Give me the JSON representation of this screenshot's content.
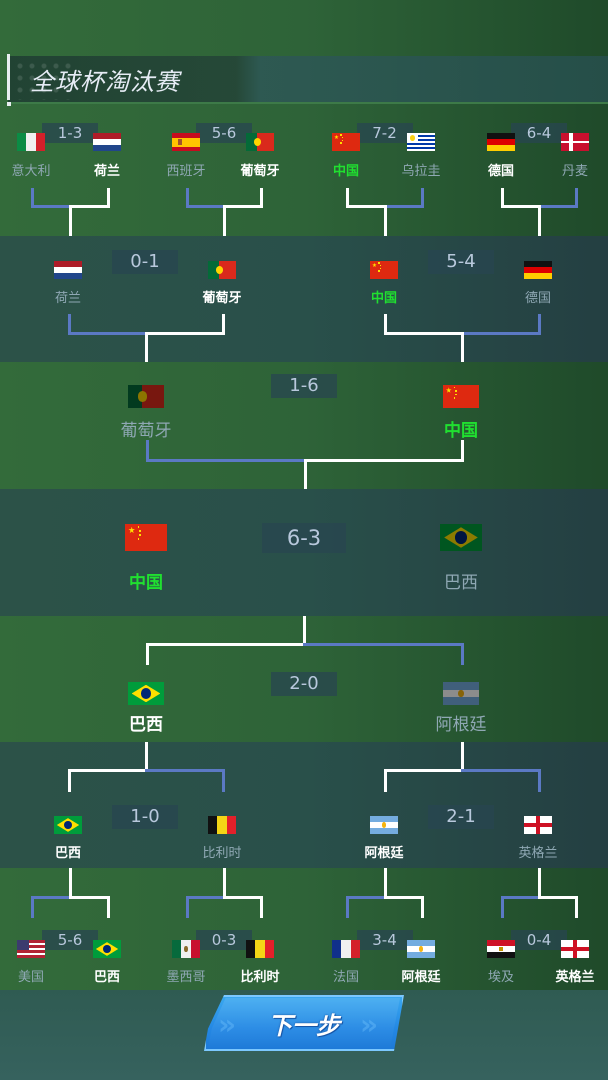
{
  "title": "全球杯淘汰赛",
  "next_button": {
    "label": "下一步"
  },
  "colors": {
    "winner_line": "#ffffff",
    "loser_line": "#5b79c4",
    "china_highlight": "#20e030",
    "button_blue": "#2488e4"
  },
  "rounds": {
    "top_round_of_16": [
      {
        "score": "1-3",
        "left": {
          "name": "意大利",
          "flag": "italy",
          "result": "lose"
        },
        "right": {
          "name": "荷兰",
          "flag": "netherlands",
          "result": "win"
        }
      },
      {
        "score": "5-6",
        "left": {
          "name": "西班牙",
          "flag": "spain",
          "result": "lose"
        },
        "right": {
          "name": "葡萄牙",
          "flag": "portugal",
          "result": "win"
        }
      },
      {
        "score": "7-2",
        "left": {
          "name": "中国",
          "flag": "china",
          "result": "win"
        },
        "right": {
          "name": "乌拉圭",
          "flag": "uruguay",
          "result": "lose"
        }
      },
      {
        "score": "6-4",
        "left": {
          "name": "德国",
          "flag": "germany",
          "result": "win"
        },
        "right": {
          "name": "丹麦",
          "flag": "denmark",
          "result": "lose"
        }
      }
    ],
    "top_quarterfinals": [
      {
        "score": "0-1",
        "left": {
          "name": "荷兰",
          "flag": "netherlands",
          "result": "lose"
        },
        "right": {
          "name": "葡萄牙",
          "flag": "portugal",
          "result": "win"
        }
      },
      {
        "score": "5-4",
        "left": {
          "name": "中国",
          "flag": "china",
          "result": "win"
        },
        "right": {
          "name": "德国",
          "flag": "germany",
          "result": "lose"
        }
      }
    ],
    "top_semifinal": {
      "score": "1-6",
      "left": {
        "name": "葡萄牙",
        "flag": "portugal",
        "result": "lose"
      },
      "right": {
        "name": "中国",
        "flag": "china",
        "result": "win"
      }
    },
    "final": {
      "score": "6-3",
      "left": {
        "name": "中国",
        "flag": "china",
        "result": "win"
      },
      "right": {
        "name": "巴西",
        "flag": "brazil",
        "result": "lose"
      }
    },
    "bottom_semifinal": {
      "score": "2-0",
      "left": {
        "name": "巴西",
        "flag": "brazil",
        "result": "win"
      },
      "right": {
        "name": "阿根廷",
        "flag": "argentina",
        "result": "lose"
      }
    },
    "bottom_quarterfinals": [
      {
        "score": "1-0",
        "left": {
          "name": "巴西",
          "flag": "brazil",
          "result": "win"
        },
        "right": {
          "name": "比利时",
          "flag": "belgium",
          "result": "lose"
        }
      },
      {
        "score": "2-1",
        "left": {
          "name": "阿根廷",
          "flag": "argentina",
          "result": "win"
        },
        "right": {
          "name": "英格兰",
          "flag": "england",
          "result": "lose"
        }
      }
    ],
    "bottom_round_of_16": [
      {
        "score": "5-6",
        "left": {
          "name": "美国",
          "flag": "usa",
          "result": "lose"
        },
        "right": {
          "name": "巴西",
          "flag": "brazil",
          "result": "win"
        }
      },
      {
        "score": "0-3",
        "left": {
          "name": "墨西哥",
          "flag": "mexico",
          "result": "lose"
        },
        "right": {
          "name": "比利时",
          "flag": "belgium",
          "result": "win"
        }
      },
      {
        "score": "3-4",
        "left": {
          "name": "法国",
          "flag": "france",
          "result": "lose"
        },
        "right": {
          "name": "阿根廷",
          "flag": "argentina",
          "result": "win"
        }
      },
      {
        "score": "0-4",
        "left": {
          "name": "埃及",
          "flag": "egypt",
          "result": "lose"
        },
        "right": {
          "name": "英格兰",
          "flag": "england",
          "result": "win"
        }
      }
    ]
  }
}
